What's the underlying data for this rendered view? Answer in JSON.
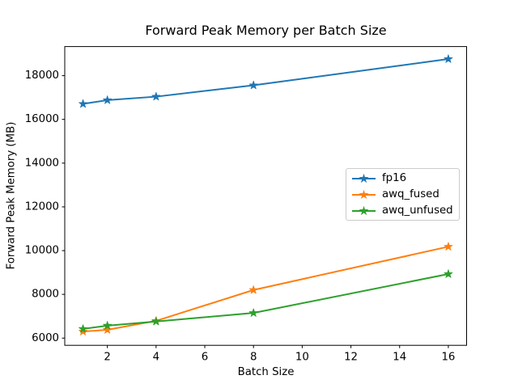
{
  "figure": {
    "title": "Forward Peak Memory per Batch Size",
    "xlabel": "Batch Size",
    "ylabel": "Forward Peak Memory (MB)"
  },
  "chart_data": {
    "type": "line",
    "title": "Forward Peak Memory per Batch Size",
    "xlabel": "Batch Size",
    "ylabel": "Forward Peak Memory (MB)",
    "x": [
      1,
      2,
      4,
      8,
      16
    ],
    "series": [
      {
        "name": "fp16",
        "color": "#1f77b4",
        "values": [
          16710,
          16880,
          17040,
          17560,
          18760
        ]
      },
      {
        "name": "awq_fused",
        "color": "#ff7f0e",
        "values": [
          6300,
          6380,
          6790,
          8200,
          10180
        ]
      },
      {
        "name": "awq_unfused",
        "color": "#2ca02c",
        "values": [
          6420,
          6570,
          6760,
          7150,
          8930
        ]
      }
    ],
    "marker": "star",
    "xticks": [
      2,
      4,
      6,
      8,
      10,
      12,
      14,
      16
    ],
    "yticks": [
      6000,
      8000,
      10000,
      12000,
      14000,
      16000,
      18000
    ],
    "xlim": [
      0.25,
      16.75
    ],
    "ylim": [
      5670,
      19330
    ],
    "grid": false,
    "legend_position": "center right",
    "spine_color": "#000000",
    "background_color": "#ffffff"
  }
}
